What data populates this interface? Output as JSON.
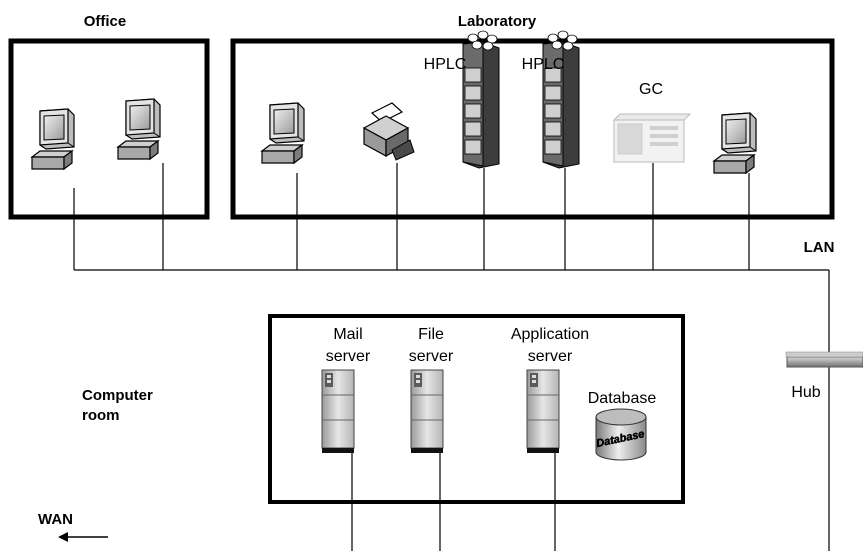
{
  "regions": {
    "office": "Office",
    "laboratory": "Laboratory",
    "computer_room_line1": "Computer",
    "computer_room_line2": "room"
  },
  "network": {
    "lan": "LAN",
    "wan": "WAN",
    "hub": "Hub"
  },
  "instruments": {
    "hplc_1": "HPLC",
    "hplc_2": "HPLC",
    "gc": "GC"
  },
  "servers": {
    "mail_line1": "Mail",
    "mail_line2": "server",
    "file_line1": "File",
    "file_line2": "server",
    "app_line1": "Application",
    "app_line2": "server",
    "database": "Database",
    "database_drum_text": "Database"
  },
  "icons": [
    "pc-icon",
    "printer-icon",
    "hplc-stack-icon",
    "gc-instrument-icon",
    "server-tower-icon",
    "database-cylinder-icon",
    "hub-icon",
    "arrow-left-icon"
  ]
}
